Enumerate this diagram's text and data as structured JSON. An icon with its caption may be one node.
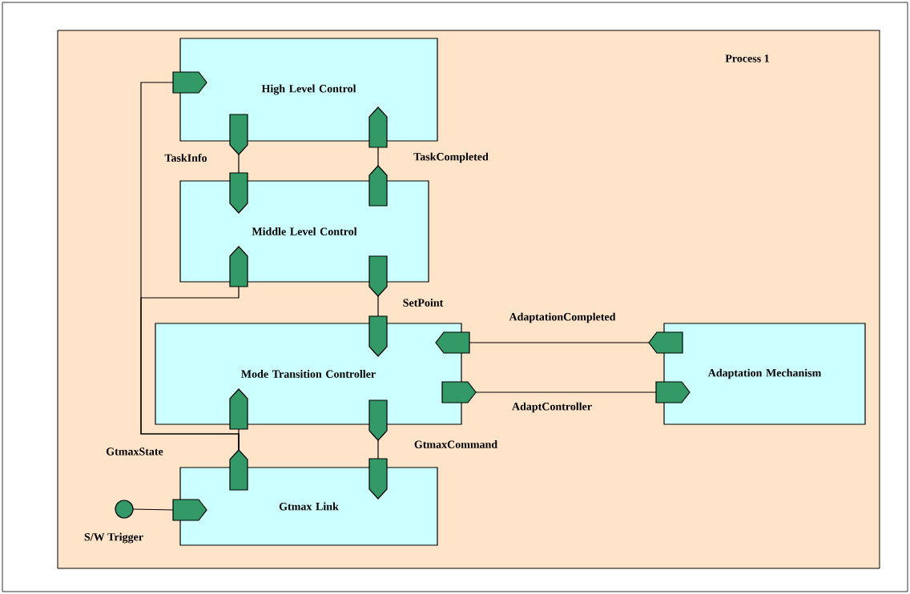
{
  "diagram": {
    "nodes": [
      {
        "text": [
          "Process 1"
        ]
      },
      {
        "text": [
          "High Level Control"
        ],
        "in": 0
      },
      {
        "text": [
          "Middle Level Control"
        ],
        "in": 0
      },
      {
        "text": [
          "Mode Transition Controller"
        ],
        "in": 0
      },
      {
        "text": [
          "Adaptation Mechanism"
        ],
        "in": 0
      },
      {
        "text": [
          "Gtmax Link"
        ],
        "in": 0
      },
      {
        "text": [],
        "shape": "circle",
        "beside": [
          "S/W Trigger"
        ],
        "in": 0
      },
      {
        "text": [],
        "shape": "pentagon",
        "in": 0
      },
      {
        "text": [],
        "shape": "pentagon",
        "in": 0
      },
      {
        "text": [],
        "shape": "pentagon",
        "in": 0
      },
      {
        "text": [],
        "shape": "pentagon",
        "in": 0
      },
      {
        "text": [],
        "shape": "pentagon",
        "in": 0
      },
      {
        "text": [],
        "shape": "pentagon",
        "in": 0
      },
      {
        "text": [],
        "shape": "pentagon",
        "in": 0
      },
      {
        "text": [],
        "shape": "pentagon",
        "in": 0
      },
      {
        "text": [],
        "shape": "pentagon",
        "in": 0
      },
      {
        "text": [],
        "shape": "pentagon",
        "in": 0
      },
      {
        "text": [],
        "shape": "pentagon",
        "in": 0
      },
      {
        "text": [],
        "shape": "pentagon",
        "in": 0
      },
      {
        "text": [],
        "shape": "pentagon",
        "in": 0
      },
      {
        "text": [],
        "shape": "pentagon",
        "in": 0
      },
      {
        "text": [],
        "shape": "pentagon",
        "in": 0
      },
      {
        "text": [],
        "shape": "pentagon",
        "in": 0
      },
      {
        "text": [],
        "shape": "pentagon",
        "in": 0
      }
    ],
    "edges": [
      {
        "from": 8,
        "to": 10,
        "arrow": "none",
        "label": "TaskInfo"
      },
      {
        "from": 11,
        "to": 9,
        "arrow": "none",
        "label": "TaskCompleted"
      },
      {
        "from": 13,
        "to": 14,
        "arrow": "none",
        "label": "SetPoint"
      },
      {
        "from": 19,
        "to": 15,
        "arrow": "none",
        "label": "AdaptationCompleted"
      },
      {
        "from": 16,
        "to": 20,
        "arrow": "none",
        "label": "AdaptController"
      },
      {
        "from": 18,
        "to": 22,
        "arrow": "none",
        "label": "GtmaxCommand"
      },
      {
        "from": 21,
        "to": 17,
        "arrow": "none"
      },
      {
        "from": 21,
        "to": 12,
        "arrow": "none",
        "label": "GtmaxState"
      },
      {
        "from": 21,
        "to": 7,
        "arrow": "none"
      },
      {
        "from": 6,
        "to": 23,
        "arrow": "none"
      }
    ]
  }
}
